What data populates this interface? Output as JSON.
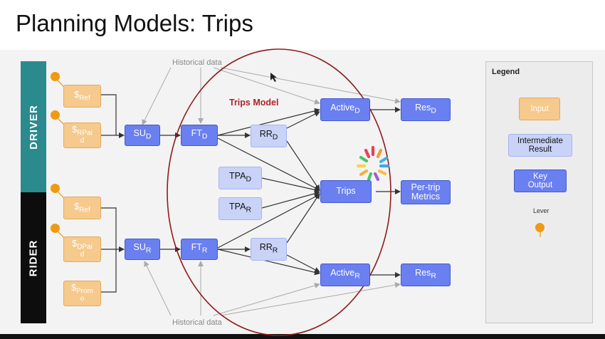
{
  "title": "Planning Models: Trips",
  "bands": {
    "driver": "DRIVER",
    "rider": "RIDER"
  },
  "historical_top": "Historical data",
  "historical_bottom": "Historical data",
  "trips_model_label": "Trips Model",
  "nodes": {
    "driver_ref": {
      "main": "$",
      "sub": "Ref",
      "sub2": ""
    },
    "driver_rpaid": {
      "main": "$",
      "sub": "RPai",
      "sub2": "d"
    },
    "rider_ref": {
      "main": "$",
      "sub": "Ref",
      "sub2": ""
    },
    "rider_dpaid": {
      "main": "$",
      "sub": "DPai",
      "sub2": "d"
    },
    "rider_promo": {
      "main": "$",
      "sub": "Prom",
      "sub2": "o"
    },
    "su_d": {
      "main": "SU",
      "sub": "D"
    },
    "ft_d": {
      "main": "FT",
      "sub": "D"
    },
    "rr_d": {
      "main": "RR",
      "sub": "D"
    },
    "tpa_d": {
      "main": "TPA",
      "sub": "D"
    },
    "tpa_r": {
      "main": "TPA",
      "sub": "R"
    },
    "su_r": {
      "main": "SU",
      "sub": "R"
    },
    "ft_r": {
      "main": "FT",
      "sub": "R"
    },
    "rr_r": {
      "main": "RR",
      "sub": "R"
    },
    "active_d": {
      "main": "Active",
      "sub": "D"
    },
    "res_d": {
      "main": "Res",
      "sub": "D"
    },
    "trips": {
      "main": "Trips"
    },
    "per_trip": {
      "line1": "Per-trip",
      "line2": "Metrics"
    },
    "active_r": {
      "main": "Active",
      "sub": "R"
    },
    "res_r": {
      "main": "Res",
      "sub": "R"
    }
  },
  "legend": {
    "title": "Legend",
    "input": "Input",
    "intermediate_l1": "Intermediate",
    "intermediate_l2": "Result",
    "key_l1": "Key",
    "key_l2": "Output",
    "lever": "Lever"
  },
  "colors": {
    "input": "#f6c98c",
    "intermediate": "#c9d3f8",
    "key_output": "#6a7ff0",
    "lever": "#f09a12",
    "driver_band": "#2b8a8e",
    "rider_band": "#0d0d0d",
    "ellipse": "#8e1b1b"
  }
}
